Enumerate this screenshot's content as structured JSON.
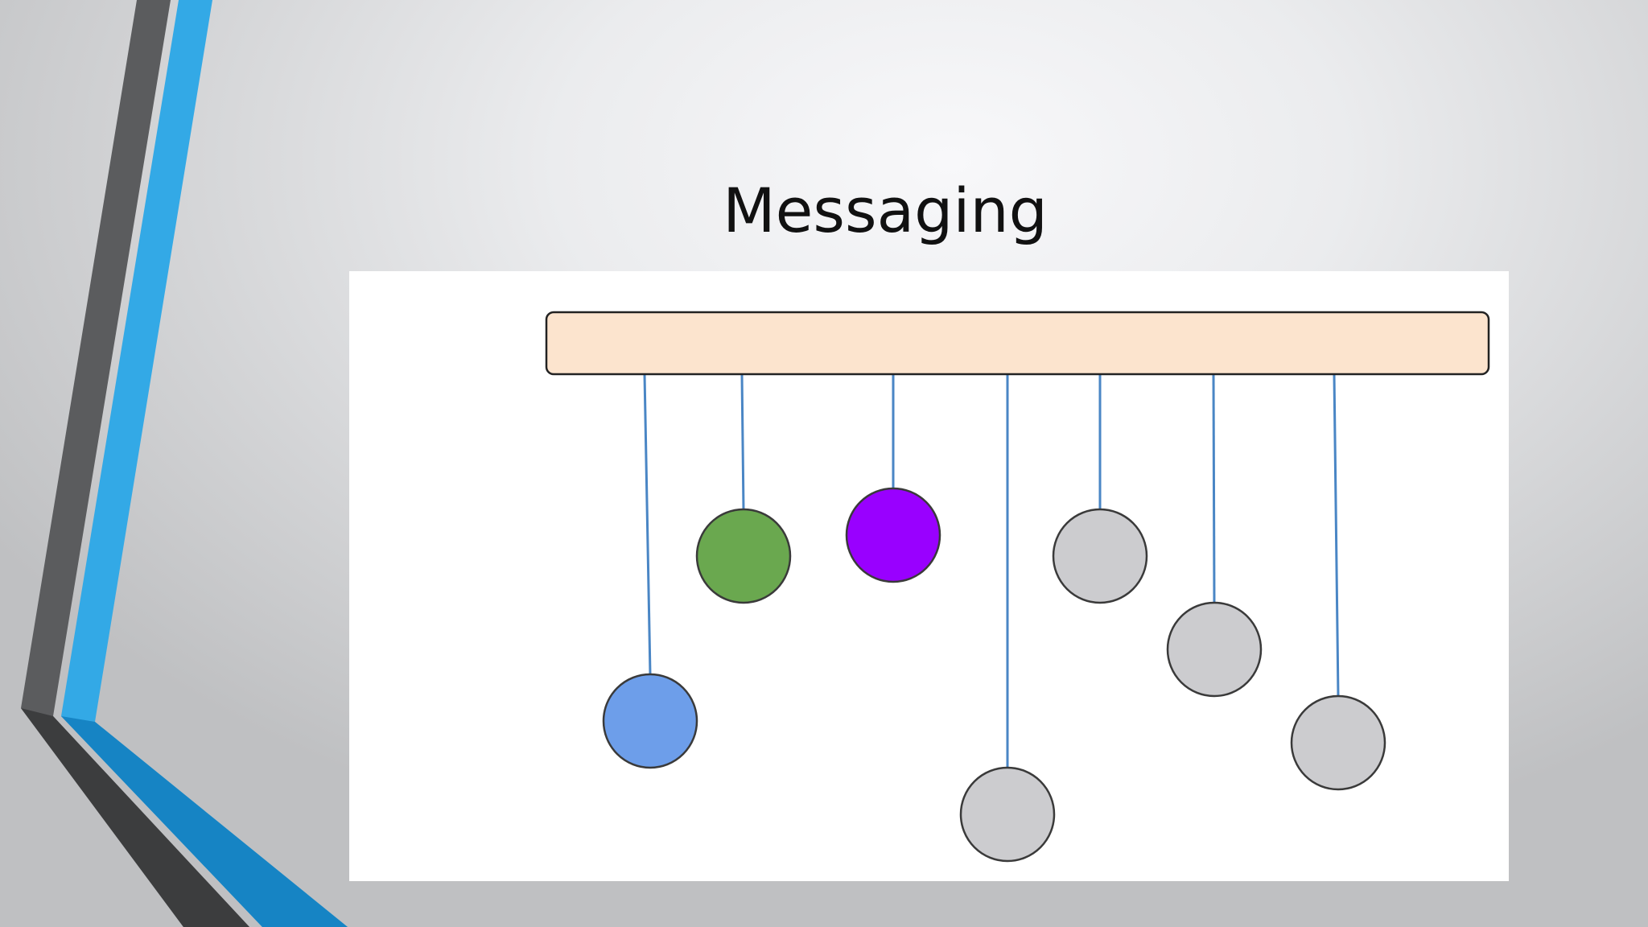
{
  "slide": {
    "title": "Messaging"
  },
  "theme": {
    "accent_blue": "#33a9e6",
    "accent_blue_dark": "#1684c4",
    "accent_gray": "#5b5c5e",
    "accent_gray_dark": "#3c3d3e"
  },
  "diagram": {
    "bus_color": "#fce4ce",
    "line_color": "#4a86c5",
    "nodes": [
      {
        "id": "node-1",
        "color": "#6d9eea"
      },
      {
        "id": "node-2",
        "color": "#6aa84f"
      },
      {
        "id": "node-3",
        "color": "#9900ff"
      },
      {
        "id": "node-4",
        "color": "#cccccf"
      },
      {
        "id": "node-5",
        "color": "#cccccf"
      },
      {
        "id": "node-6",
        "color": "#cccccf"
      },
      {
        "id": "node-7",
        "color": "#cccccf"
      }
    ]
  }
}
